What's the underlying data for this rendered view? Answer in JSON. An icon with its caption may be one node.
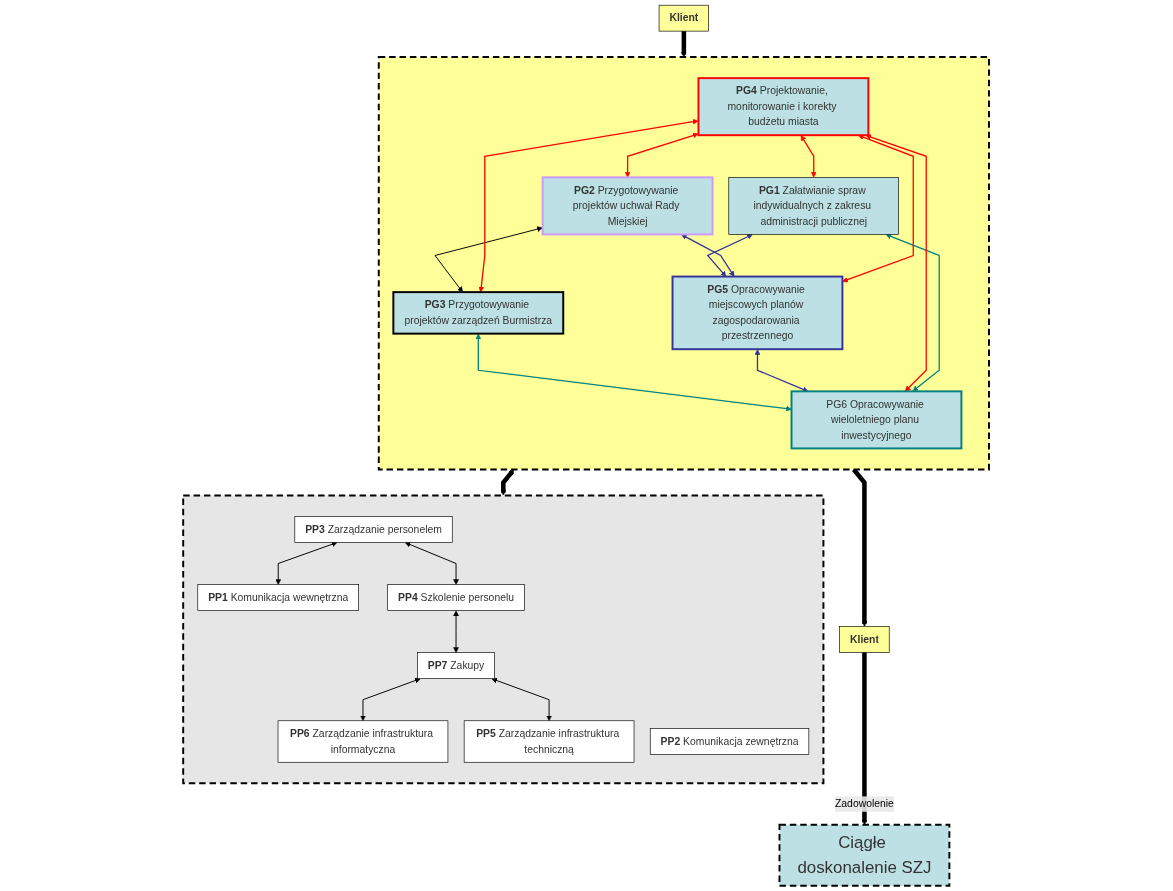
{
  "diagram": {
    "nodes": [
      {
        "text": [
          "Ciągłe doskonalenie SZJ"
        ]
      },
      {
        "text": [
          "Klient"
        ]
      },
      {
        "text": [],
        "shape": "box"
      },
      {
        "text": [
          "**PG1** Załatwianie spraw indywidualnych z zakresu administracji publicznej"
        ],
        "in": 2
      },
      {
        "text": [
          "**PG2** Przygotowywanie projektów uchwał Rady Miejskiej"
        ],
        "in": 2
      },
      {
        "text": [
          "**PG3** Przygotowywanie projektów zarządzeń Burmistrza"
        ],
        "in": 2
      },
      {
        "text": [
          "**PG5** Opracowywanie miejscowych planów zagospodarowania przestrzennego"
        ],
        "in": 2
      },
      {
        "text": [
          "PG6 Opracowywanie wieloletniego planu inwestycyjnego"
        ],
        "in": 2
      },
      {
        "text": [
          "**PG4** Projektowanie, monitorowanie i korekty budżetu miasta"
        ],
        "in": 2
      },
      {
        "text": [
          "Klient"
        ]
      },
      {
        "text": [],
        "shape": "box"
      },
      {
        "text": [
          "**PP3** Zarządzanie personelem"
        ],
        "in": 10
      },
      {
        "text": [
          "**PP1** Komunikacja wewnętrzna"
        ],
        "in": 10
      },
      {
        "text": [
          "**PP4** Szkolenie personelu"
        ],
        "in": 10
      },
      {
        "text": [
          "**PP6** Zarządzanie infrastruktura informatyczna"
        ],
        "in": 10
      },
      {
        "text": [
          "**PP2** Komunikacja zewnętrzna"
        ],
        "in": 10
      },
      {
        "text": [
          "**PP7** Zakupy"
        ],
        "in": 10
      },
      {
        "text": [
          "**PP5** Zarządzanie infrastruktura techniczną"
        ],
        "in": 10
      }
    ],
    "edges": [
      {
        "from": 1,
        "to": 2,
        "arrow": "to",
        "style": "thick"
      },
      {
        "from": 2,
        "to": 9,
        "arrow": "to",
        "style": "thick"
      },
      {
        "from": 9,
        "to": 0,
        "arrow": "to",
        "label": "Zadowolenie",
        "style": "thick"
      },
      {
        "from": 2,
        "to": 10,
        "arrow": "both",
        "style": "thick"
      },
      {
        "from": 3,
        "to": 6,
        "arrow": "both",
        "color": "#333399"
      },
      {
        "from": 8,
        "to": 3,
        "arrow": "both",
        "color": "#ff0000"
      },
      {
        "from": 8,
        "to": 4,
        "arrow": "both",
        "color": "#ff0000"
      },
      {
        "from": 7,
        "to": 3,
        "arrow": "both",
        "color": "#008080"
      },
      {
        "from": 4,
        "to": 5,
        "arrow": "both"
      },
      {
        "from": 4,
        "to": 6,
        "arrow": "both",
        "color": "#333399"
      },
      {
        "from": 5,
        "to": 7,
        "arrow": "both",
        "color": "#008080"
      },
      {
        "from": 8,
        "to": 5,
        "arrow": "both",
        "color": "#ff0000"
      },
      {
        "from": 6,
        "to": 7,
        "arrow": "both",
        "color": "#333399"
      },
      {
        "from": 8,
        "to": 6,
        "arrow": "both",
        "color": "#ff0000"
      },
      {
        "from": 8,
        "to": 7,
        "arrow": "both",
        "color": "#ff0000"
      },
      {
        "from": 11,
        "to": 12,
        "arrow": "both"
      },
      {
        "from": 11,
        "to": 13,
        "arrow": "both"
      },
      {
        "from": 13,
        "to": 16,
        "arrow": "both"
      },
      {
        "from": 16,
        "to": 14,
        "arrow": "both"
      },
      {
        "from": 16,
        "to": 17,
        "arrow": "both"
      }
    ]
  }
}
